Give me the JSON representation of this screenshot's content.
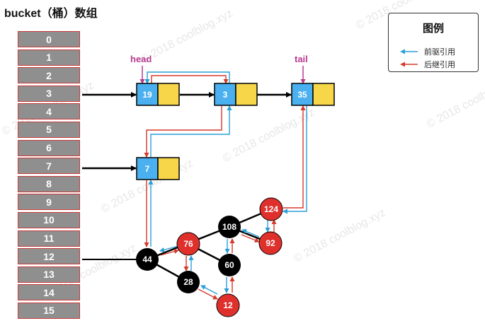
{
  "title": "bucket（桶）数组",
  "buckets": [
    "0",
    "1",
    "2",
    "3",
    "4",
    "5",
    "6",
    "7",
    "8",
    "9",
    "10",
    "11",
    "12",
    "13",
    "14",
    "15"
  ],
  "legend": {
    "title": "图例",
    "prev_label": "前驱引用",
    "next_label": "后继引用",
    "prev_color": "#2a9ed8",
    "next_color": "#d33a2c"
  },
  "labels": {
    "head": "head",
    "tail": "tail"
  },
  "list_nodes": {
    "n19": "19",
    "n3": "3",
    "n35": "35",
    "n7": "7"
  },
  "tree_nodes": {
    "n124": "124",
    "n108": "108",
    "n92": "92",
    "n76": "76",
    "n44": "44",
    "n60": "60",
    "n28": "28",
    "n12": "12"
  },
  "colors": {
    "list_key": "#4ab0f0",
    "list_next": "#f7d64a",
    "red_node": "#e0302c",
    "black_node": "#000000",
    "bucket_fill": "#8f8f8f",
    "head_tail_label": "#b83b8e"
  },
  "watermark": "© 2018 coolblog.xyz"
}
